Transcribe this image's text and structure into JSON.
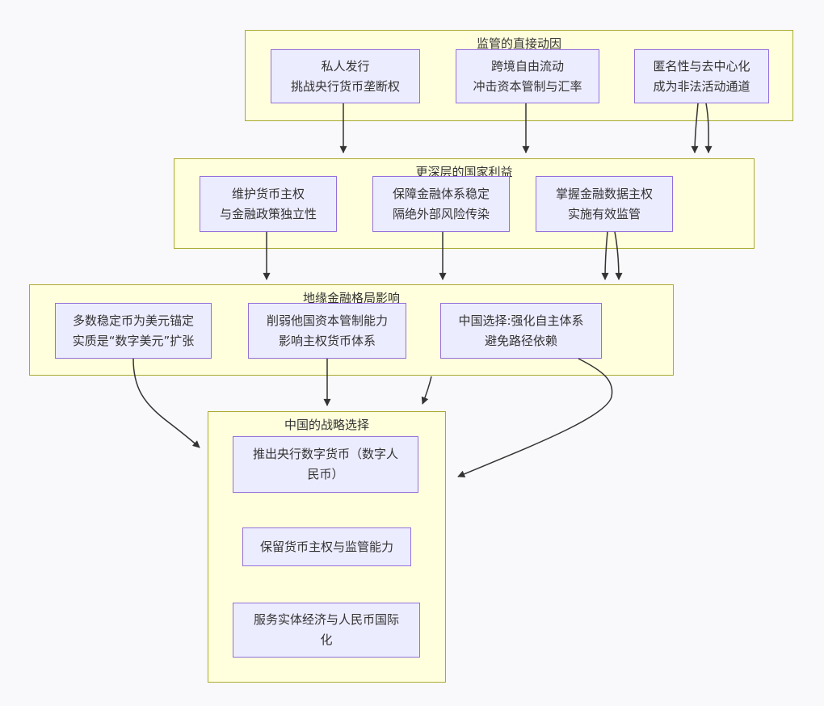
{
  "diagram": {
    "type": "flowchart",
    "direction": "top-down",
    "colors": {
      "background": "#f9f9fb",
      "cluster_fill": "#ffffde",
      "cluster_border": "#aaaa33",
      "node_fill": "#ececff",
      "node_border": "#9370db",
      "edge": "#333333",
      "text": "#333333"
    },
    "clusters": [
      {
        "id": "G1",
        "title": "监管的直接动因",
        "nodes": [
          {
            "id": "A1",
            "text": "私人发行\n挑战央行货币垄断权"
          },
          {
            "id": "A2",
            "text": "跨境自由流动\n冲击资本管制与汇率"
          },
          {
            "id": "A3",
            "text": "匿名性与去中心化\n成为非法活动通道"
          }
        ]
      },
      {
        "id": "G2",
        "title": "更深层的国家利益",
        "nodes": [
          {
            "id": "B1",
            "text": "维护货币主权\n与金融政策独立性"
          },
          {
            "id": "B2",
            "text": "保障金融体系稳定\n隔绝外部风险传染"
          },
          {
            "id": "B3",
            "text": "掌握金融数据主权\n实施有效监管"
          }
        ]
      },
      {
        "id": "G3",
        "title": "地缘金融格局影响",
        "nodes": [
          {
            "id": "C1",
            "text": "多数稳定币为美元锚定\n实质是“数字美元”扩张"
          },
          {
            "id": "C2",
            "text": "削弱他国资本管制能力\n影响主权货币体系"
          },
          {
            "id": "C3",
            "text": "中国选择:强化自主体系\n避免路径依赖"
          }
        ]
      },
      {
        "id": "G4",
        "title": "中国的战略选择",
        "nodes": [
          {
            "id": "D1",
            "text": "推出央行数字货币（数字人\n民币）"
          },
          {
            "id": "D2",
            "text": "保留货币主权与监管能力"
          },
          {
            "id": "D3",
            "text": "服务实体经济与人民币国际\n化"
          }
        ]
      }
    ],
    "edges": [
      {
        "id": "e1",
        "from": "A1",
        "to": "G2"
      },
      {
        "id": "e2",
        "from": "A2",
        "to": "G2"
      },
      {
        "id": "e3",
        "from": "G1",
        "to": "G2"
      },
      {
        "id": "e4",
        "from": "A3",
        "to": "G2"
      },
      {
        "id": "e5",
        "from": "B1",
        "to": "G3"
      },
      {
        "id": "e6",
        "from": "B2",
        "to": "G3"
      },
      {
        "id": "e7",
        "from": "G2",
        "to": "G3"
      },
      {
        "id": "e8",
        "from": "B3",
        "to": "G3"
      },
      {
        "id": "e9",
        "from": "C1",
        "to": "G4"
      },
      {
        "id": "e10",
        "from": "C2",
        "to": "G4"
      },
      {
        "id": "e11",
        "from": "G3",
        "to": "G4"
      },
      {
        "id": "e12",
        "from": "C3",
        "to": "G4"
      }
    ]
  }
}
